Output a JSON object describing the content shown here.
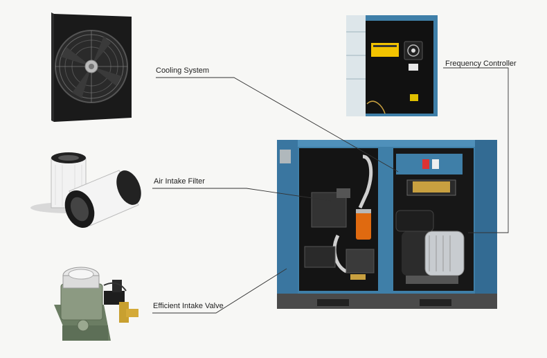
{
  "labels": {
    "cooling_system": "Cooling System",
    "frequency_controller": "Frequency Controller",
    "air_intake_filter": "Air Intake Filter",
    "efficient_intake_valve": "Efficient Intake Valve"
  },
  "colors": {
    "cabinet_blue": "#3f7fa8",
    "cabinet_dark": "#2f6488",
    "interior": "#141414",
    "filter_orange": "#e06a10",
    "leader_line": "#333333"
  }
}
